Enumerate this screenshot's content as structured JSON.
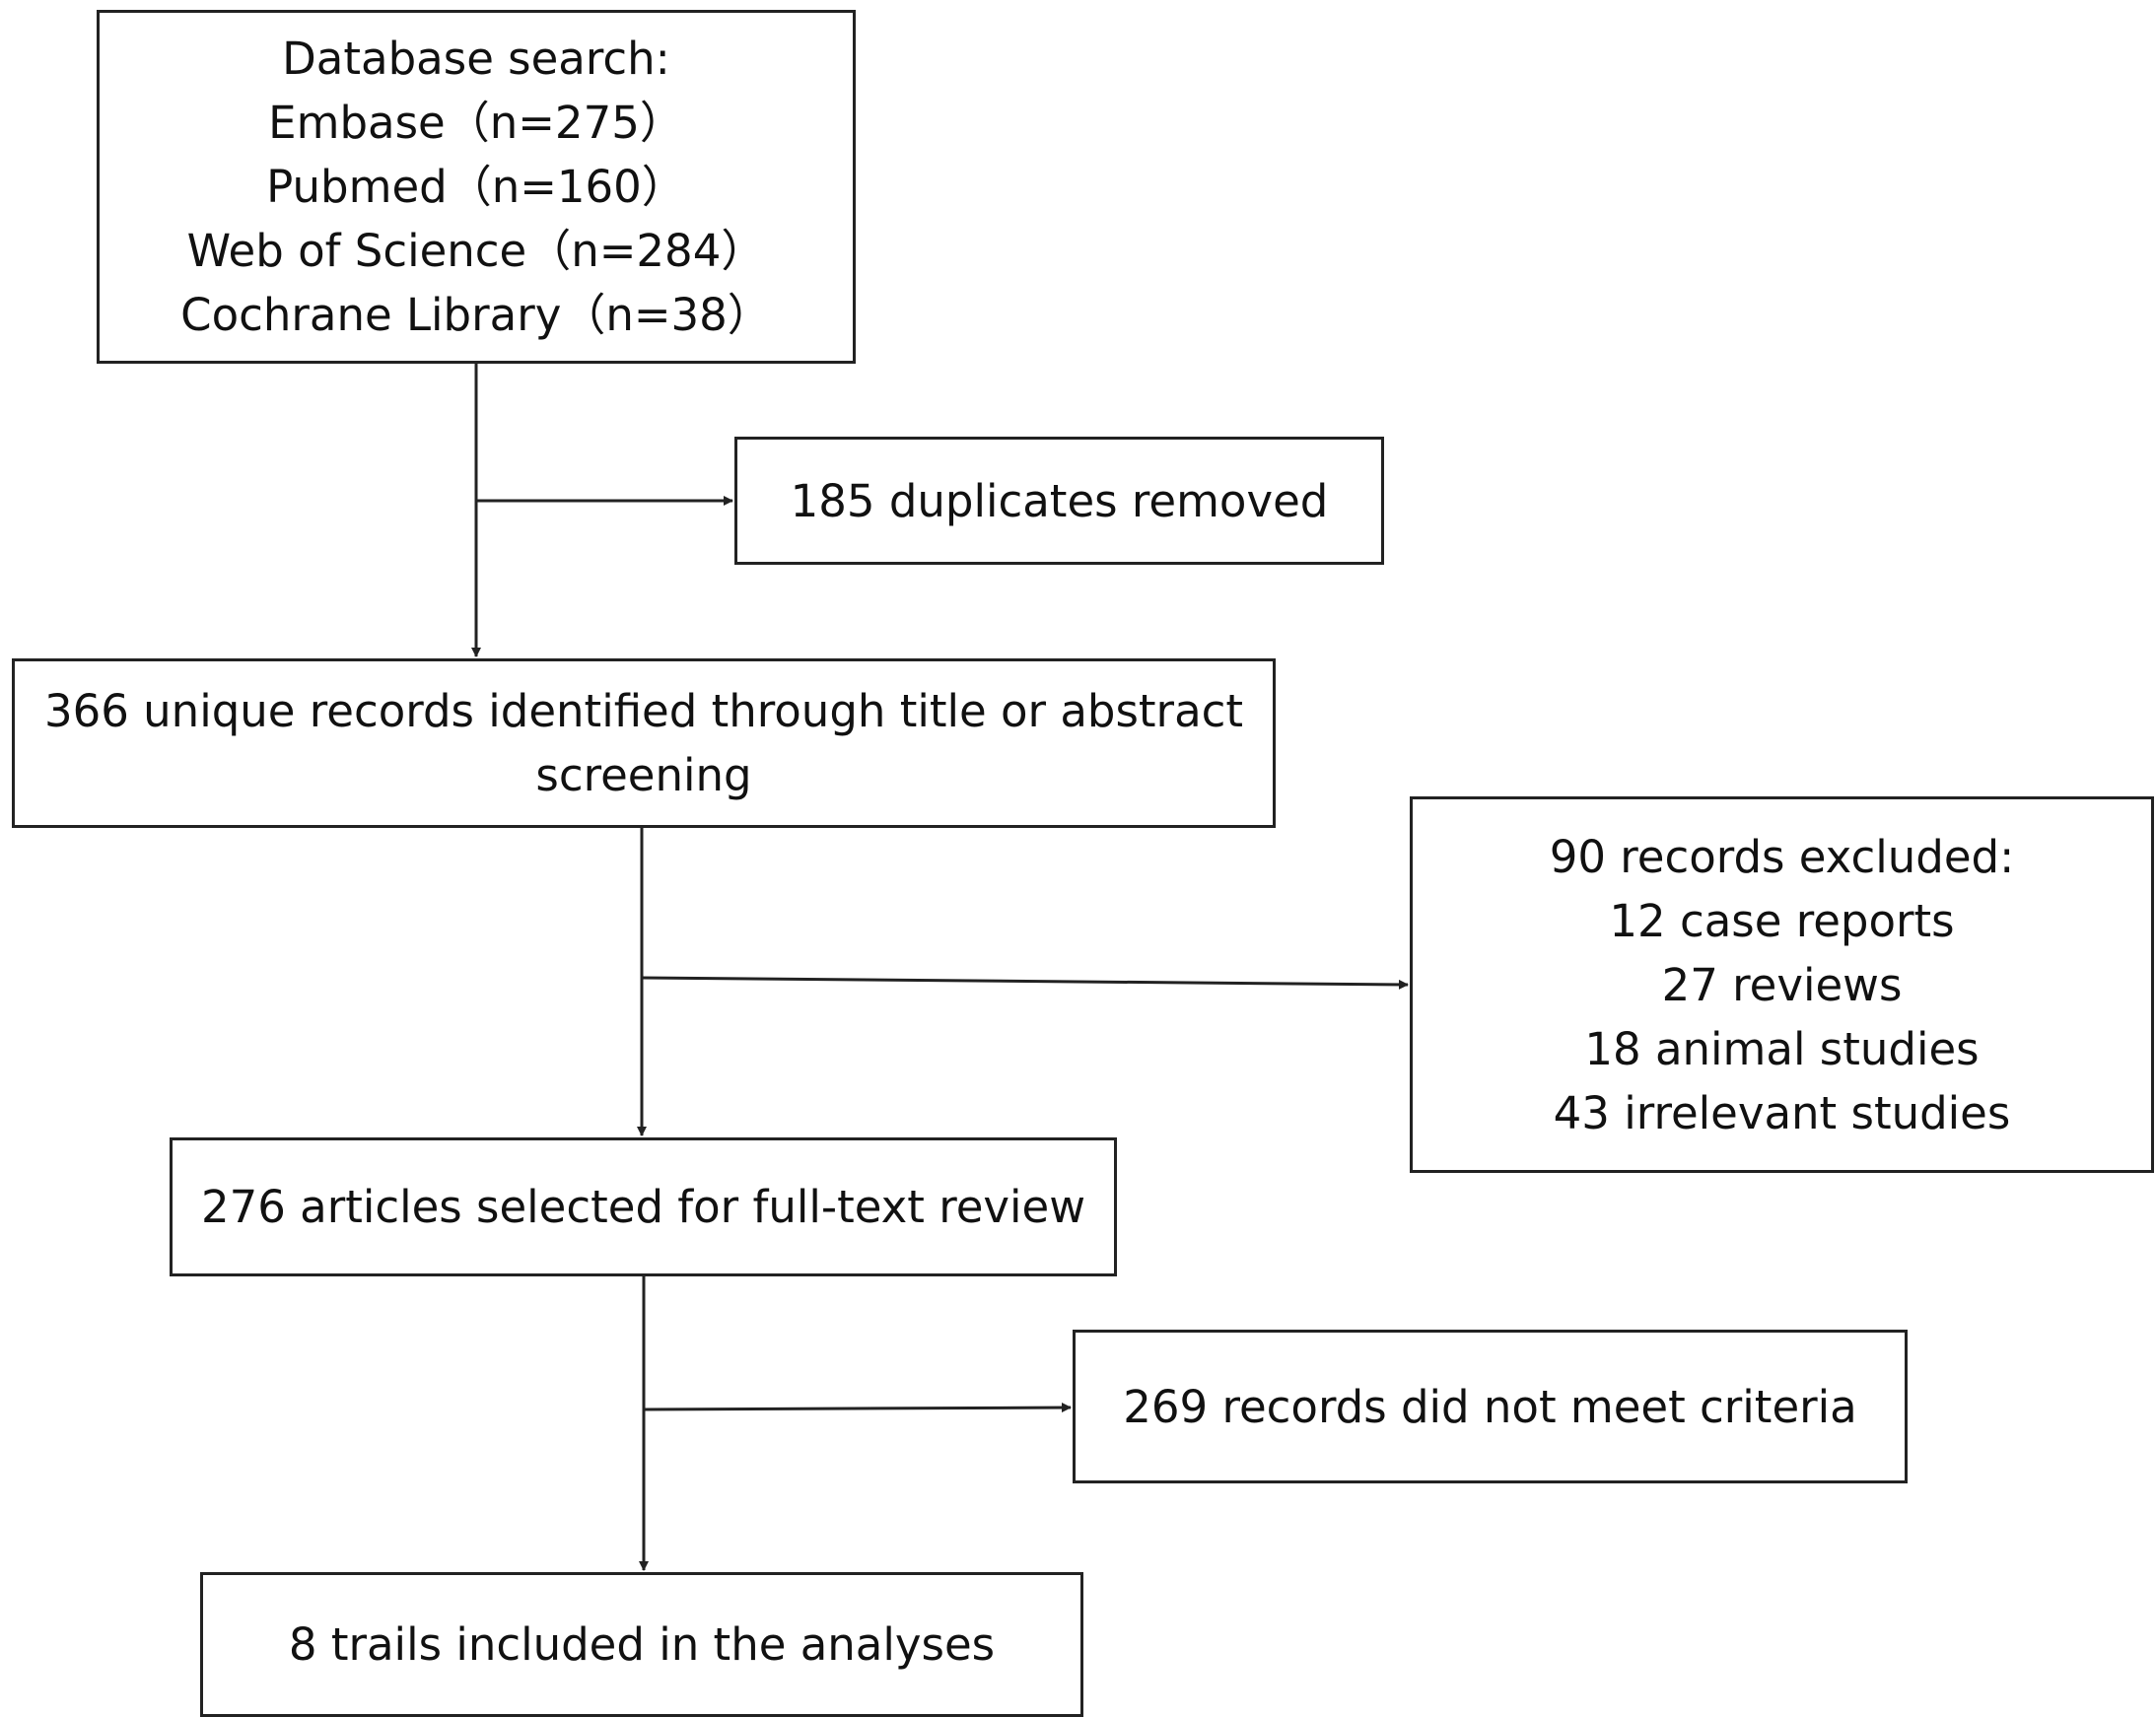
{
  "flowchart": {
    "search": {
      "title": "Database search:",
      "sources": [
        "Embase（n=275）",
        "Pubmed（n=160）",
        "Web of Science（n=284）",
        "Cochrane Library（n=38）"
      ]
    },
    "duplicates": "185 duplicates removed",
    "unique": {
      "line1": "366 unique records identified through title or abstract",
      "line2": "screening"
    },
    "excluded": {
      "title": "90 records excluded:",
      "reasons": [
        "12 case reports",
        "27 reviews",
        "18 animal studies",
        "43 irrelevant studies"
      ]
    },
    "fulltext": "276 articles selected for full-text review",
    "criteria": "269 records did not meet criteria",
    "included": "8 trails included in the analyses"
  }
}
